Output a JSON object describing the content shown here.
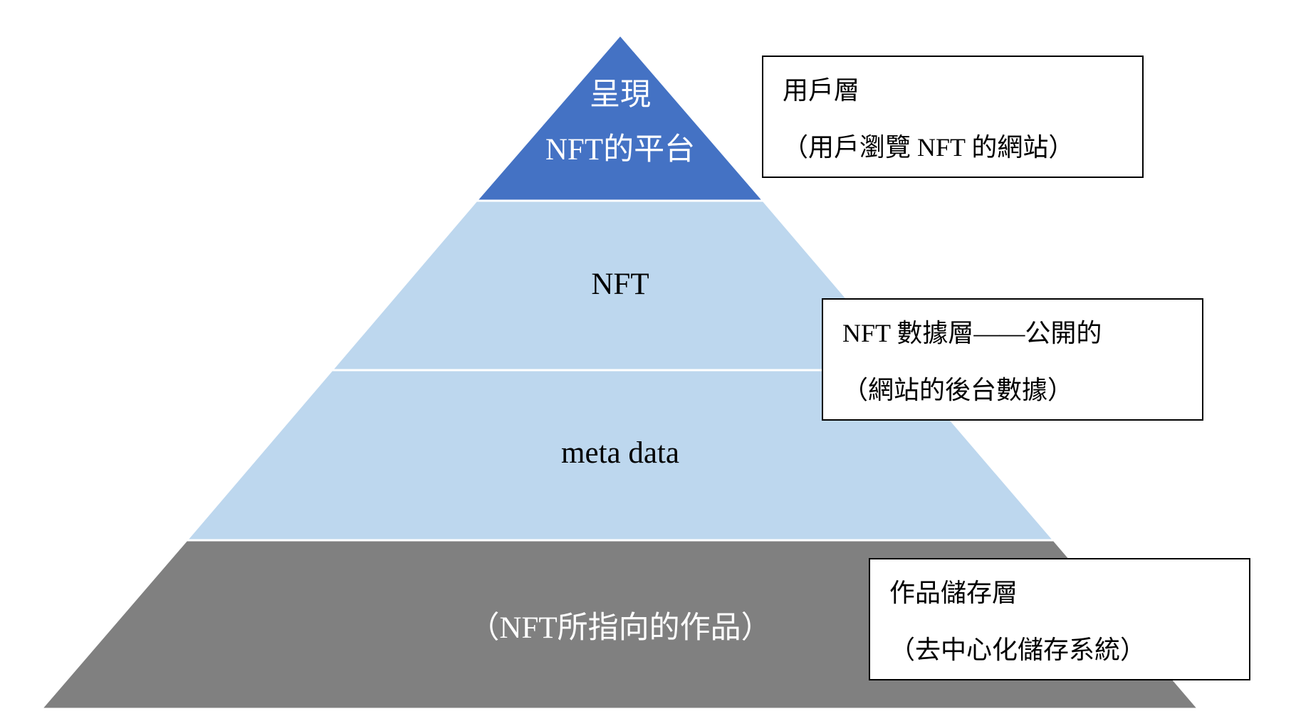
{
  "layers": {
    "platform": {
      "line1": "呈現",
      "line2": "NFT的平台",
      "color": "#4472c4"
    },
    "nft": {
      "label": "NFT",
      "color": "#bdd7ee"
    },
    "metadata": {
      "label": "meta data",
      "color": "#bdd7ee"
    },
    "artwork": {
      "label": "（NFT所指向的作品）",
      "color": "#808080"
    }
  },
  "notes": {
    "user_layer": {
      "title": "用戶層",
      "subtitle": "（用戶瀏覽 NFT 的網站）"
    },
    "data_layer": {
      "title": "NFT 數據層——公開的",
      "subtitle": "（網站的後台數據）"
    },
    "storage_layer": {
      "title": "作品儲存層",
      "subtitle": "（去中心化儲存系統）"
    }
  }
}
